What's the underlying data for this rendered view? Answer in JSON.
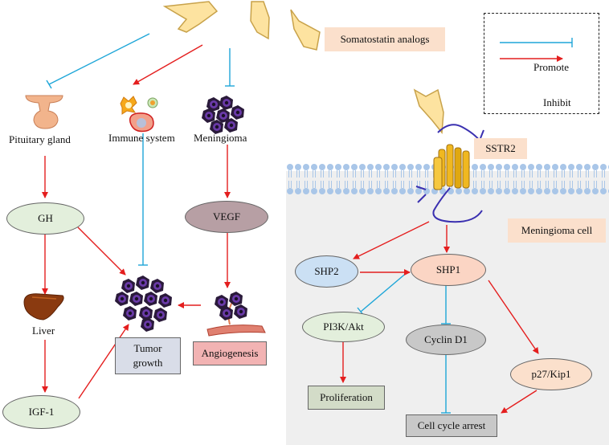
{
  "drug_label": "Somatostatin analogs",
  "receptor_label": "SSTR2",
  "cell_label": "Meningioma cell",
  "legend": {
    "promote": "Promote",
    "inhibit": "Inhibit"
  },
  "colors": {
    "promote": "#e41e1e",
    "inhibit": "#1ea6d8",
    "drug_tag_bg": "#fbe0cc",
    "membrane": "#a9c6e8",
    "cell_bg": "#efefef"
  },
  "left_labels": {
    "pituitary": "Pituitary gland",
    "immune": "Immune system",
    "meningioma": "Meningioma",
    "liver": "Liver"
  },
  "nodes": {
    "gh": "GH",
    "igf1": "IGF-1",
    "vegf": "VEGF",
    "tumor_growth": "Tumor\ngrowth",
    "angiogenesis": "Angiogenesis",
    "shp2": "SHP2",
    "shp1": "SHP1",
    "pi3k": "PI3K/Akt",
    "cyclin": "Cyclin D1",
    "p27": "p27/Kip1",
    "proliferation": "Proliferation",
    "arrest": "Cell cycle arrest"
  },
  "icons": [
    "drug-chevron-icon",
    "pituitary-icon",
    "immune-cells-icon",
    "meningioma-cells-icon",
    "liver-icon",
    "tumor-cluster-icon",
    "vessel-icon",
    "receptor-icon"
  ]
}
